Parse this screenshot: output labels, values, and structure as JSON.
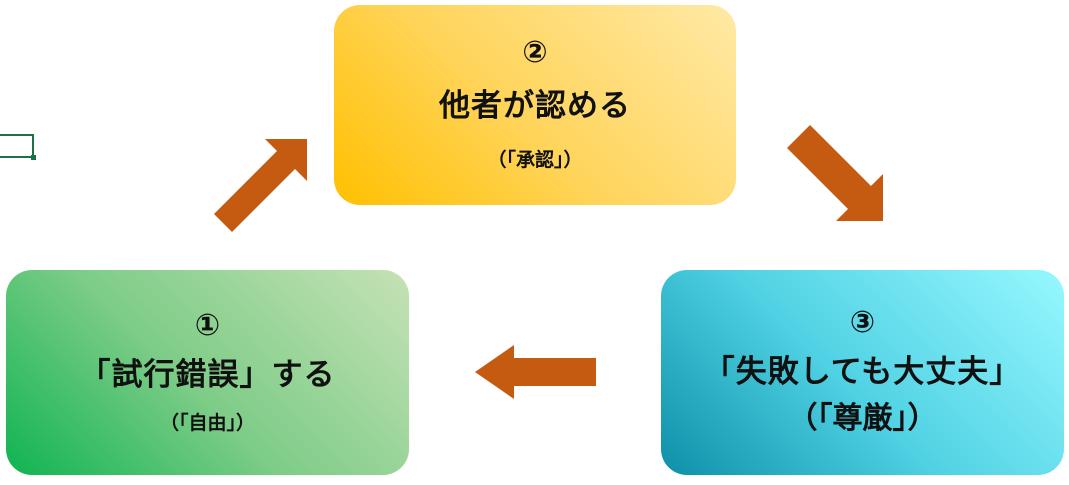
{
  "cycle": {
    "step2": {
      "number": "②",
      "title": "他者が認める",
      "note": "（「承認」）",
      "color_light": "#ffe9a6",
      "color_dark": "#ffc000"
    },
    "step1": {
      "number": "①",
      "title": "「試行錯誤」する",
      "note": "（「自由」）",
      "color_light": "#c6e2b6",
      "color_dark": "#0fb451"
    },
    "step3": {
      "number": "③",
      "title": "「失敗しても大丈夫」",
      "note": "（「尊厳」）",
      "color_light": "#97f8ff",
      "color_dark": "#0d8fa8"
    },
    "arrow_color": "#c55a11",
    "arrow_icons": [
      "arrow-up-right-icon",
      "arrow-down-right-icon",
      "arrow-left-icon"
    ]
  }
}
